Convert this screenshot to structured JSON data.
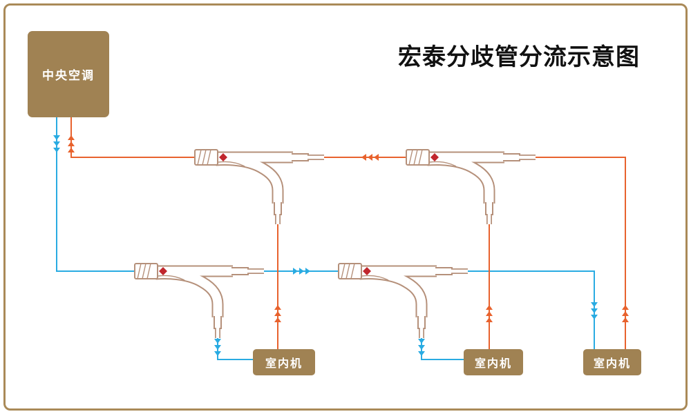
{
  "title": "宏泰分歧管分流示意图",
  "source_unit": {
    "label": "中央空调"
  },
  "indoor_units": [
    {
      "label": "室内机"
    },
    {
      "label": "室内机"
    },
    {
      "label": "室内机"
    }
  ],
  "diagram": {
    "type": "refrigerant-branch-pipe-flow-schematic",
    "branch_pipe_count": 4,
    "colors": {
      "liquid_line_blue": "#29abe2",
      "gas_line_orange": "#e8622d",
      "box_brown": "#a08253",
      "frame_brown": "#aa8a58",
      "pipe_outline": "#b5907a",
      "logo_red": "#c1272d"
    }
  }
}
